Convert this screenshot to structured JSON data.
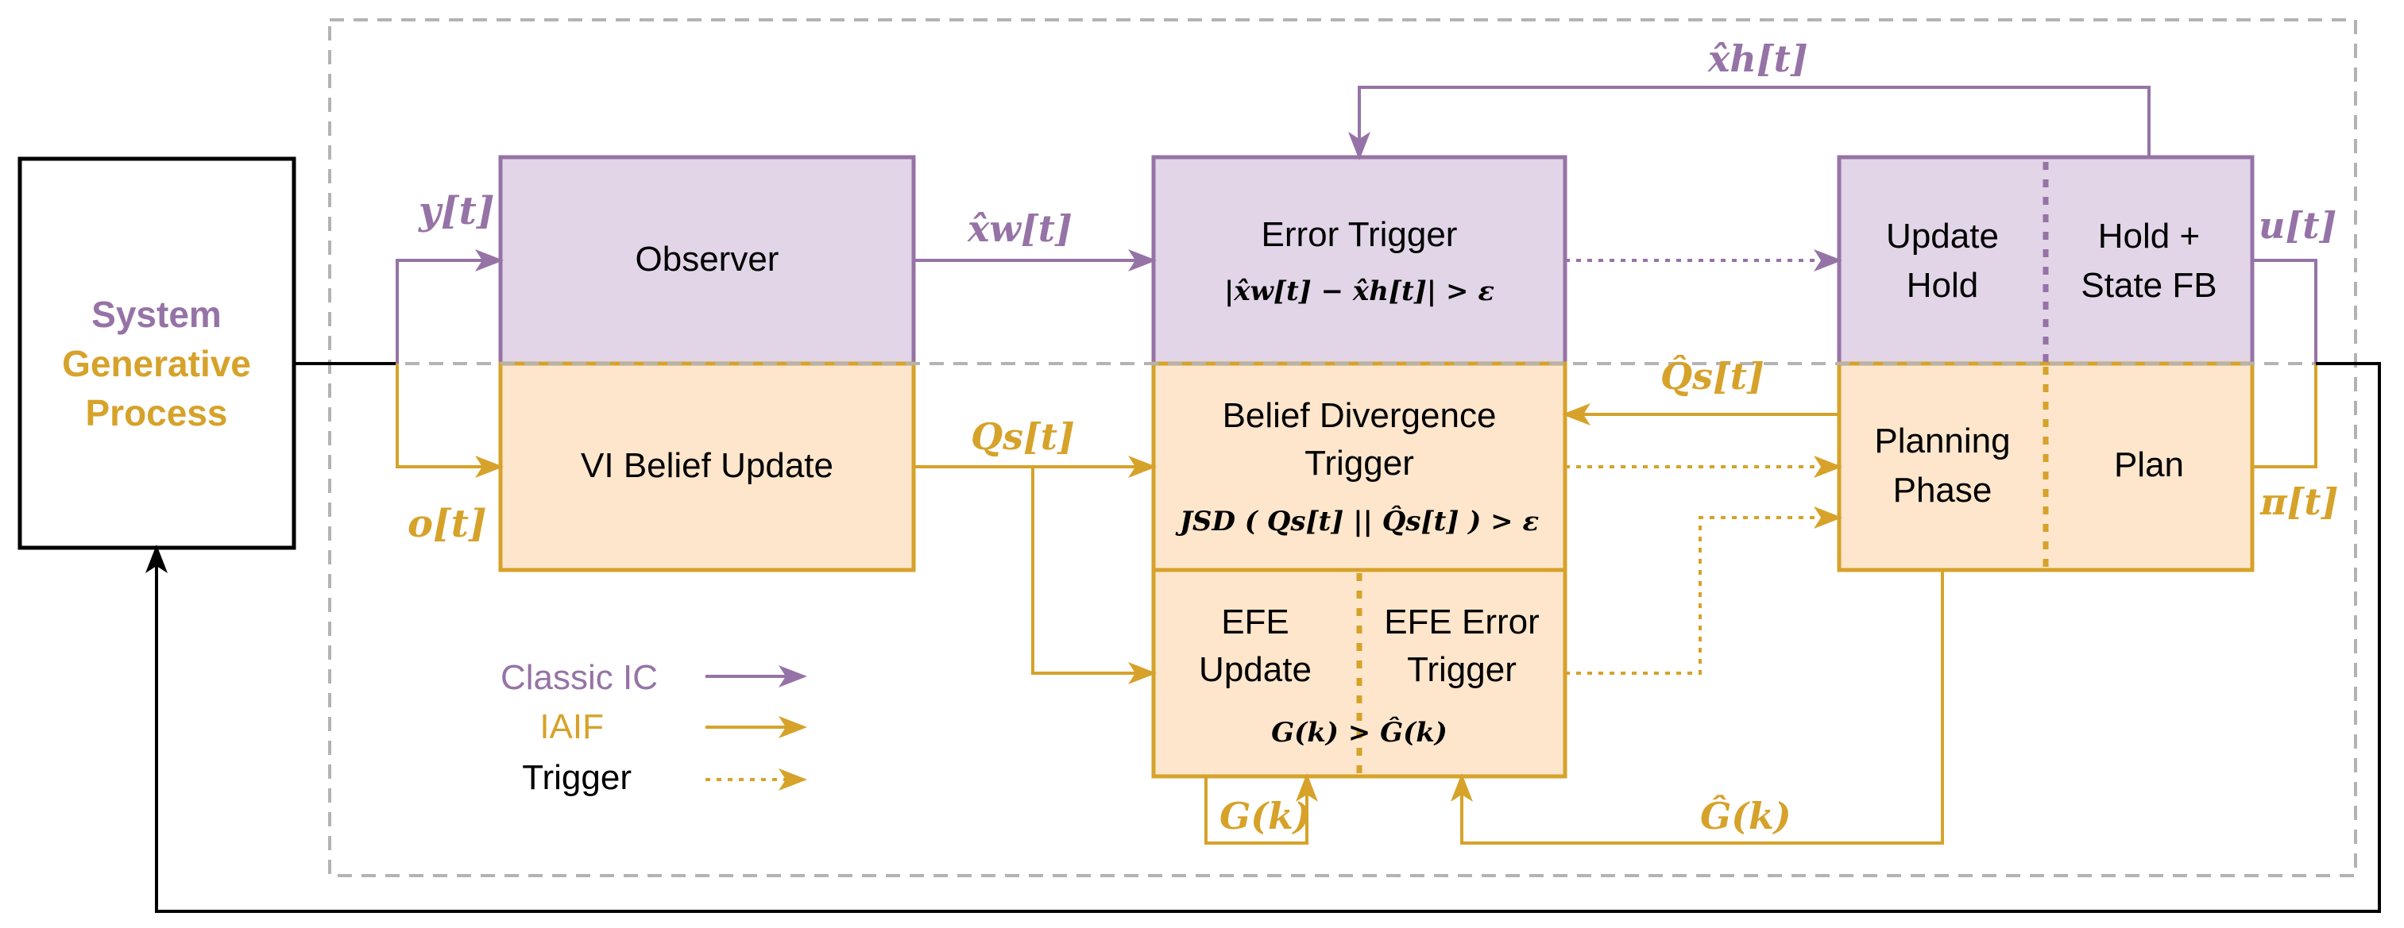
{
  "colors": {
    "purple": "#9673a6",
    "purple_fill": "#e1d5e7",
    "orange": "#d6a22a",
    "orange_fill": "#fde6cc",
    "black": "#000000",
    "dashed_border": "#b3b3b3"
  },
  "system": {
    "line1": "System",
    "line2": "Generative",
    "line3": "Process"
  },
  "blocks": {
    "observer": "Observer",
    "vi_belief_update": "VI Belief Update",
    "error_trigger": {
      "title": "Error Trigger",
      "condition": "|x̂w[t] − x̂h[t]| > ε"
    },
    "belief_divergence": {
      "line1": "Belief Divergence",
      "line2": "Trigger",
      "condition": "JSD ( Qs[t] || Q̂s[t] ) > ε"
    },
    "efe_update": {
      "line1": "EFE",
      "line2": "Update"
    },
    "efe_error_trigger": {
      "line1": "EFE Error",
      "line2": "Trigger"
    },
    "efe_condition": "G(k) > Ĝ(k)",
    "update_hold": {
      "line1": "Update",
      "line2": "Hold"
    },
    "hold_state_fb": {
      "line1": "Hold +",
      "line2": "State FB"
    },
    "planning_phase": {
      "line1": "Planning",
      "line2": "Phase"
    },
    "plan": "Plan"
  },
  "signals": {
    "y": "y[t]",
    "o": "o[t]",
    "xw": "x̂w[t]",
    "qs": "Qs[t]",
    "xh": "x̂h[t]",
    "qs_hat": "Q̂s[t]",
    "u": "u[t]",
    "pi": "π[t]",
    "g": "G(k)",
    "g_hat": "Ĝ(k)"
  },
  "legend": {
    "classic": "Classic IC",
    "iaif": "IAIF",
    "trigger": "Trigger"
  }
}
